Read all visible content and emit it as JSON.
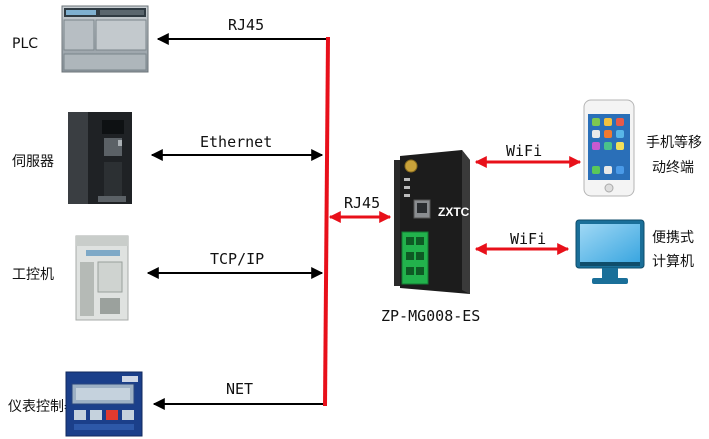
{
  "devices": {
    "plc": "PLC",
    "servo": "伺服器",
    "ipc": "工控机",
    "meter": "仪表控制器"
  },
  "links": {
    "plc": "RJ45",
    "servo": "Ethernet",
    "ipc": "TCP/IP",
    "meter": "NET",
    "bus_to_gateway": "RJ45",
    "gateway_to_phone": "WiFi",
    "gateway_to_pc": "WiFi"
  },
  "gateway": {
    "brand": "ZXTC",
    "model": "ZP-MG008-ES"
  },
  "clients": {
    "mobile_line1": "手机等移",
    "mobile_line2": "动终端",
    "pc_line1": "便携式",
    "pc_line2": "计算机"
  },
  "colors": {
    "bus": "#e8101a",
    "wifi_arrow": "#e8101a",
    "wired_arrow": "#000000",
    "terminal": "#22b24c"
  }
}
